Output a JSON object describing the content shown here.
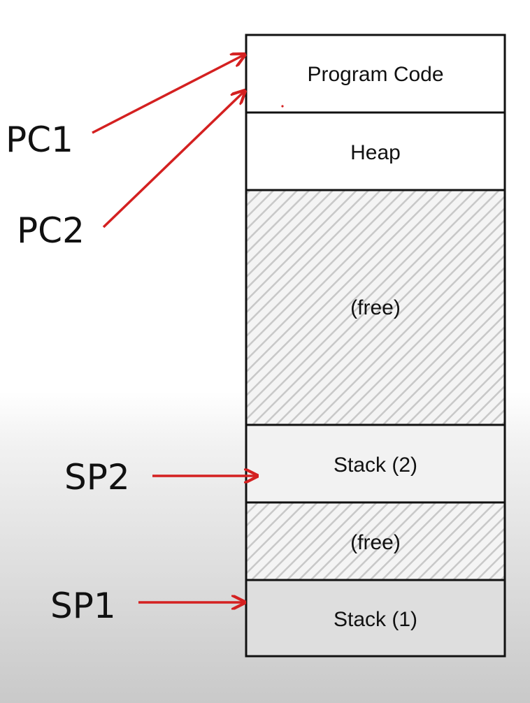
{
  "memory_layout": {
    "segments": [
      {
        "label": "Program Code",
        "kind": "used"
      },
      {
        "label": "Heap",
        "kind": "used"
      },
      {
        "label": "(free)",
        "kind": "free"
      },
      {
        "label": "Stack (2)",
        "kind": "used"
      },
      {
        "label": "(free)",
        "kind": "free"
      },
      {
        "label": "Stack (1)",
        "kind": "used"
      }
    ]
  },
  "pointers": {
    "pc1": "PC1",
    "pc2": "PC2",
    "sp2": "SP2",
    "sp1": "SP1"
  },
  "colors": {
    "arrow": "#d42020",
    "outline": "#111111",
    "hatch": "#c8c8c8"
  }
}
